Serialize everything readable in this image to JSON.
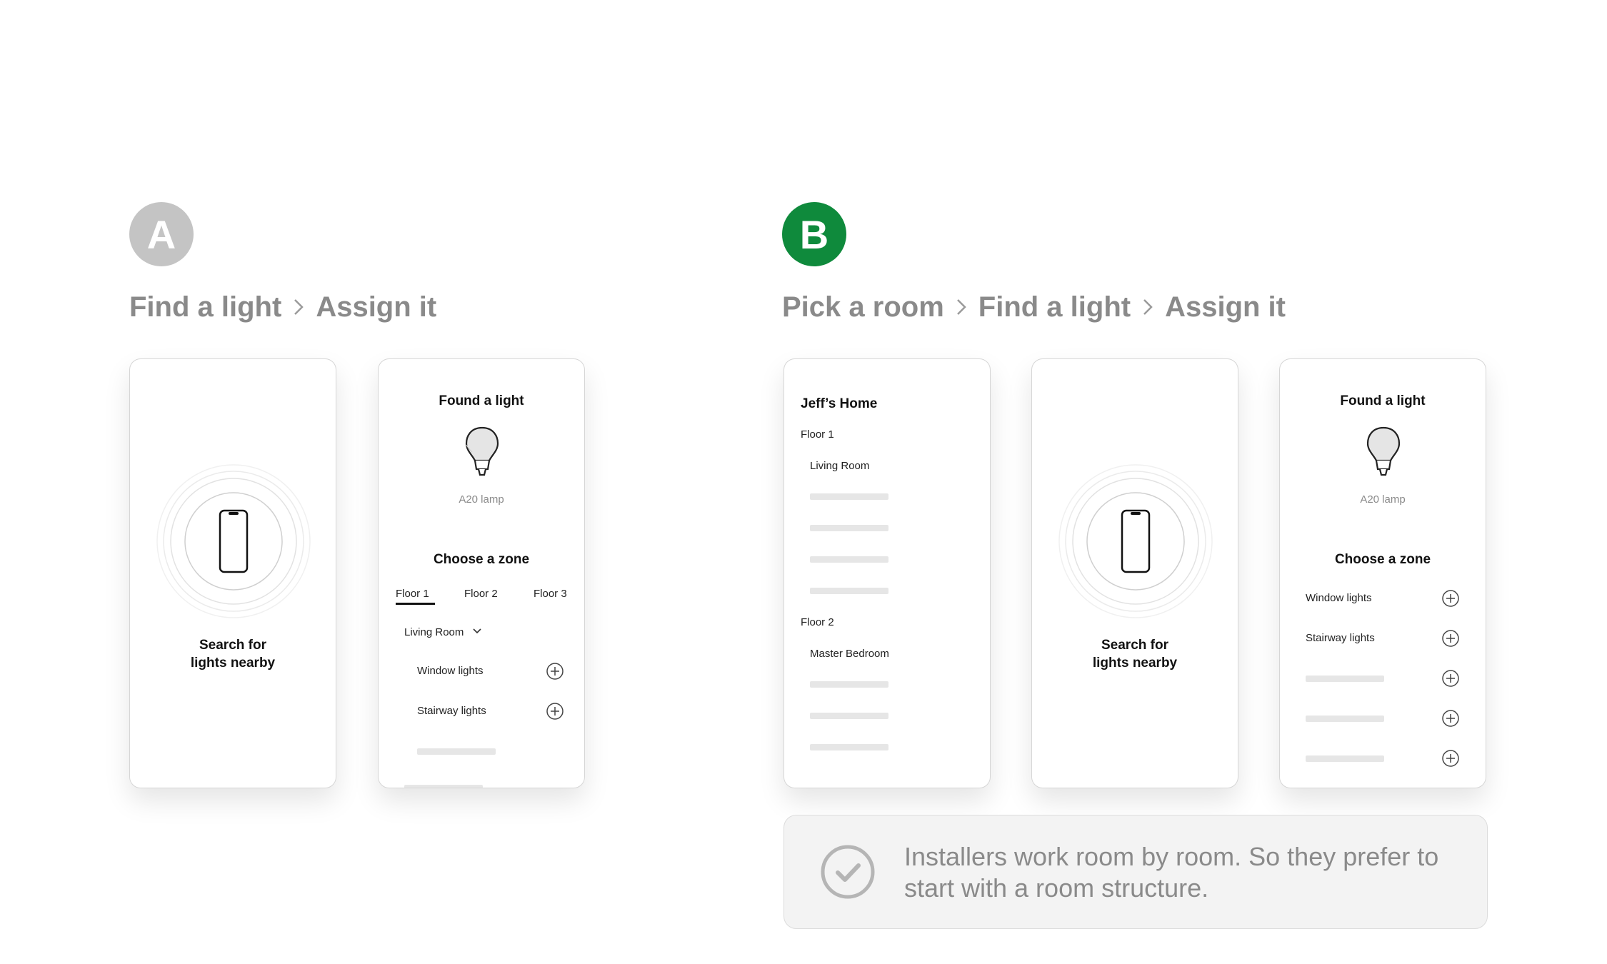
{
  "section_a": {
    "badge": "A",
    "badge_color": "#c4c4c4",
    "flow": [
      "Find a light",
      "Assign it"
    ]
  },
  "section_b": {
    "badge": "B",
    "badge_color": "#0f8a3c",
    "flow": [
      "Pick a room",
      "Find a light",
      "Assign it"
    ]
  },
  "a_search": {
    "lines": [
      "Search for",
      "lights nearby"
    ]
  },
  "a_assign": {
    "title": "Found a light",
    "bulb_label": "A20 lamp",
    "zone_title": "Choose a zone",
    "tabs": [
      "Floor 1",
      "Floor 2",
      "Floor 3"
    ],
    "room_select": "Living Room",
    "items": [
      "Window lights",
      "Stairway lights"
    ]
  },
  "b_rooms": {
    "home": "Jeff’s Home",
    "floor1": "Floor 1",
    "room1": "Living Room",
    "floor2": "Floor 2",
    "room2": "Master Bedroom"
  },
  "b_search": {
    "lines": [
      "Search for",
      "lights nearby"
    ]
  },
  "b_assign": {
    "title": "Found a light",
    "bulb_label": "A20 lamp",
    "zone_title": "Choose a zone",
    "items": [
      "Window lights",
      "Stairway lights"
    ]
  },
  "info": {
    "text": "Installers work room by room. So they prefer to start with a room structure."
  },
  "icons": [
    "phone-icon",
    "bulb-icon",
    "chevron-right-icon",
    "chevron-down-icon",
    "plus-circle-icon",
    "check-circle-icon"
  ]
}
